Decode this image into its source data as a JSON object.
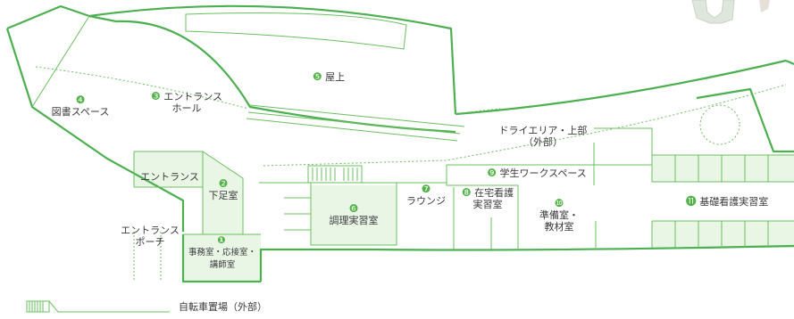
{
  "colors": {
    "wall": "#4caf50",
    "line": "#6abf5f",
    "fill": "#e9f6e6",
    "badge": "#53b34a",
    "text": "#3a3a3a"
  },
  "rooms": [
    {
      "num": "❶",
      "name": "事務室・応接室・",
      "name2": "講師室"
    },
    {
      "num": "❷",
      "name": "下足室"
    },
    {
      "num": "❸",
      "name": "エントランス",
      "name2": "ホール"
    },
    {
      "num": "❹",
      "name": "図書スペース"
    },
    {
      "num": "❺",
      "name": "屋上"
    },
    {
      "num": "❻",
      "name": "調理実習室"
    },
    {
      "num": "❼",
      "name": "ラウンジ"
    },
    {
      "num": "❽",
      "name": "在宅看護",
      "name2": "実習室"
    },
    {
      "num": "❾",
      "name": "学生ワークスペース"
    },
    {
      "num": "❿",
      "name": "準備室・",
      "name2": "教材室"
    },
    {
      "num": "⓫",
      "name": "基礎看護実習室"
    }
  ],
  "labels": {
    "entrance": "エントランス",
    "porch1": "エントランス",
    "porch2": "ポーチ",
    "dry_area1": "ドライエリア・上部",
    "dry_area2": "（外部）"
  },
  "legend": {
    "bike": "自転車置場（外部）"
  }
}
